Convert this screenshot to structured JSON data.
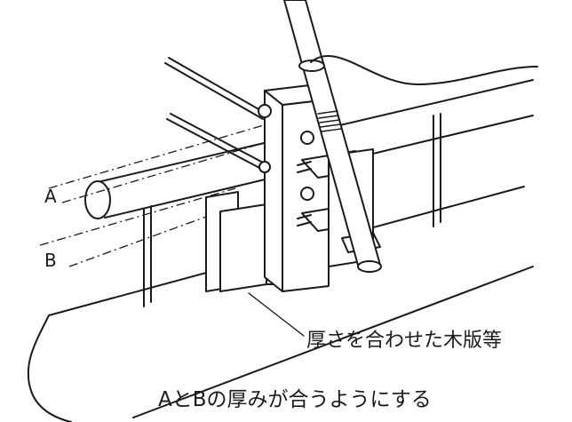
{
  "labels": {
    "a": "A",
    "b": "B",
    "wood": "厚さを合わせた木版等",
    "instruction": "AとBの厚みが合うようにする"
  },
  "colors": {
    "ink": "#1a1a1a",
    "background": "#ffffff"
  }
}
